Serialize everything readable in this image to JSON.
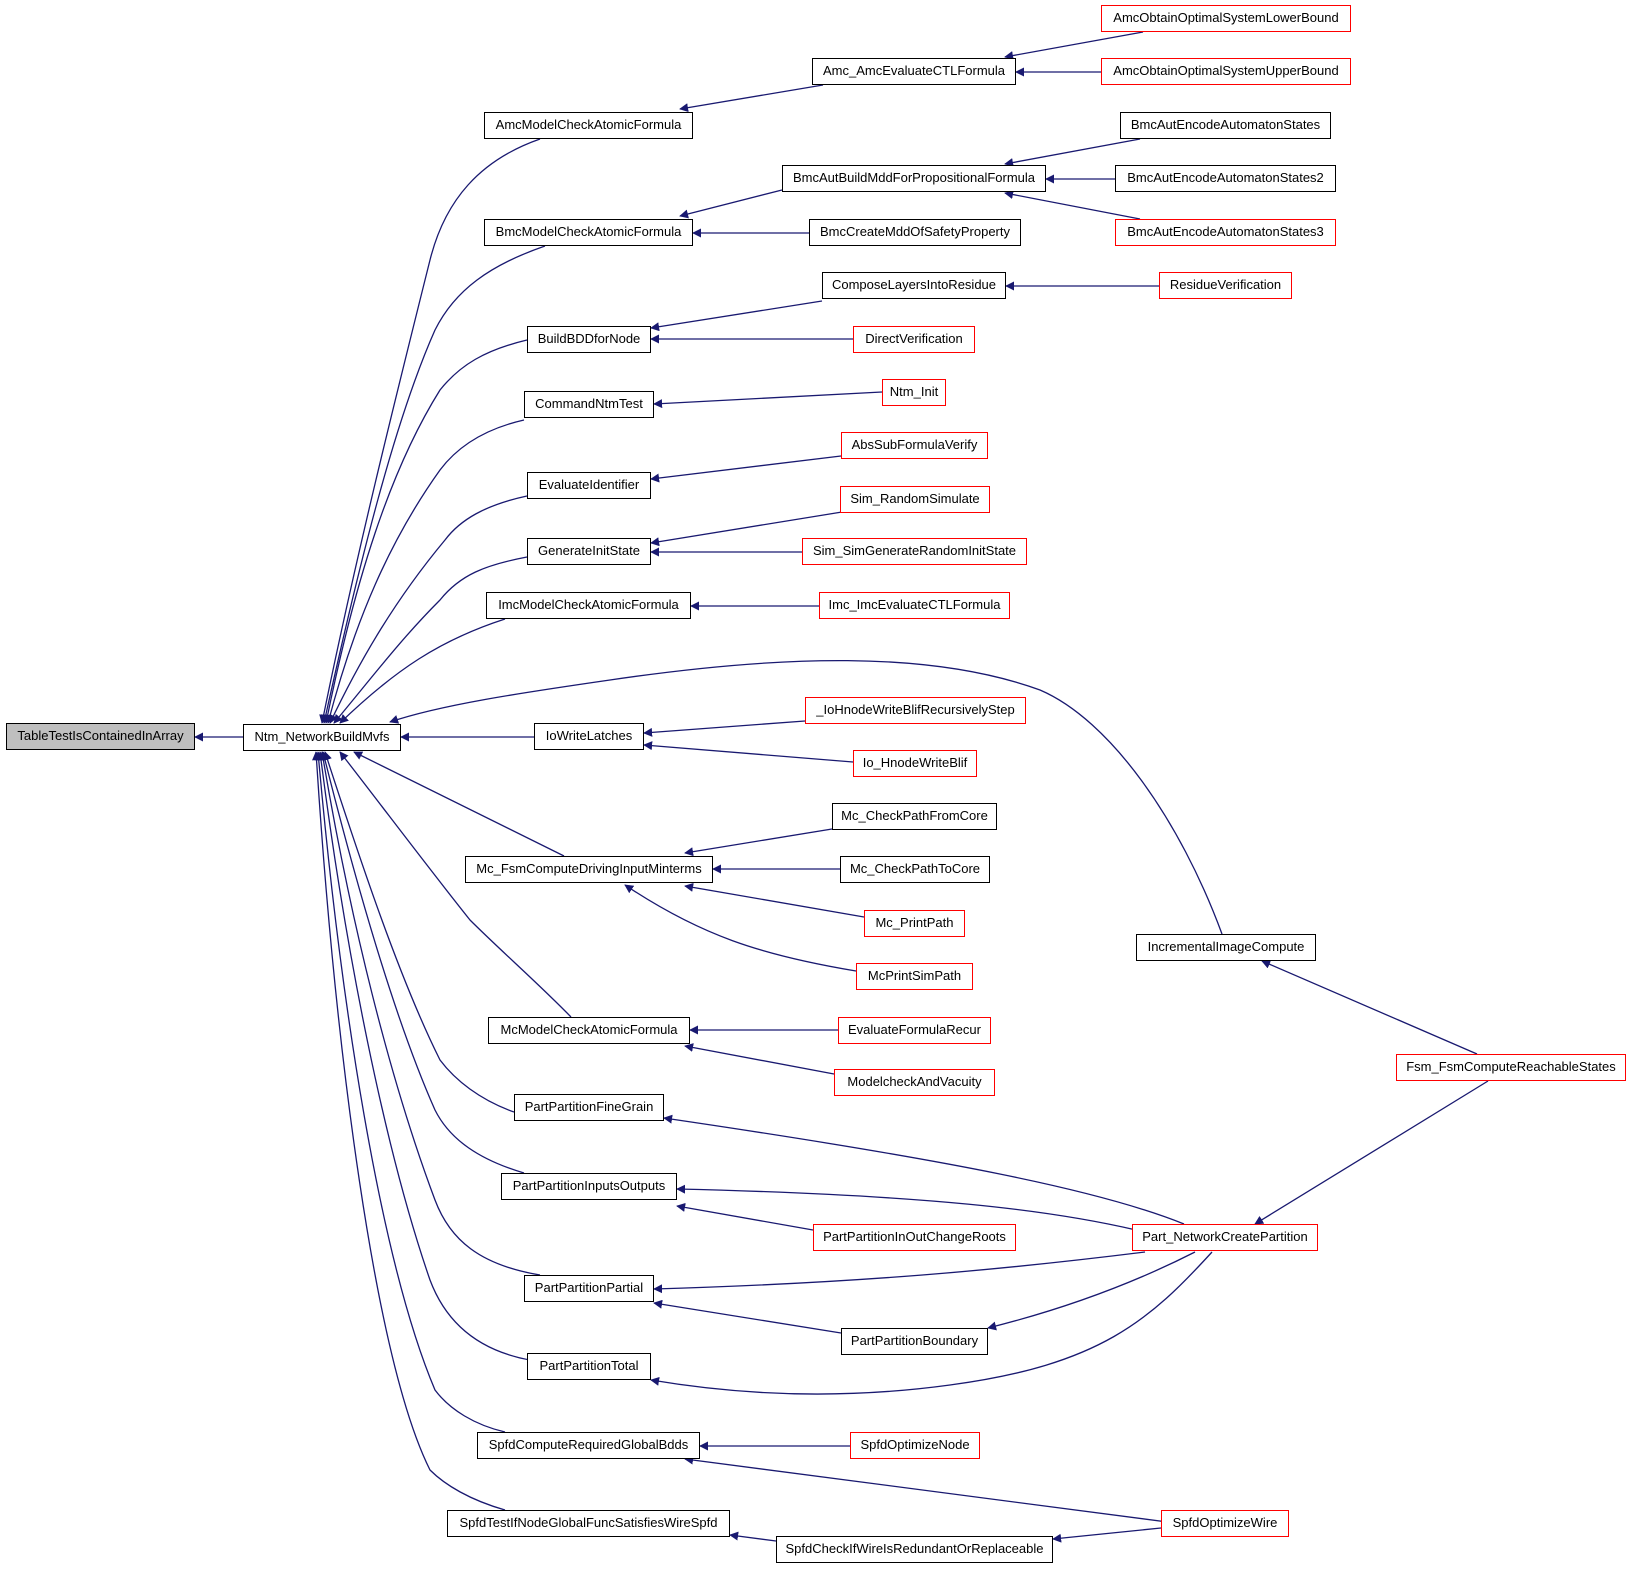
{
  "colors": {
    "edge": "#191970",
    "root_fill": "#bfbfbf",
    "node_border": "#000000",
    "truncated_border": "#ff0000"
  },
  "nodes": {
    "root": "TableTestIsContainedInArray",
    "ntm": "Ntm_NetworkBuildMvfs",
    "amcModel": "AmcModelCheckAtomicFormula",
    "bmcModel": "BmcModelCheckAtomicFormula",
    "buildBdd": "BuildBDDforNode",
    "cmdNtm": "CommandNtmTest",
    "evalId": "EvaluateIdentifier",
    "genInit": "GenerateInitState",
    "imcModel": "ImcModelCheckAtomicFormula",
    "ioWrite": "IoWriteLatches",
    "mcFsm": "Mc_FsmComputeDrivingInputMinterms",
    "mcModel": "McModelCheckAtomicFormula",
    "partFine": "PartPartitionFineGrain",
    "partIO": "PartPartitionInputsOutputs",
    "partPartial": "PartPartitionPartial",
    "partTotal": "PartPartitionTotal",
    "spfdReq": "SpfdComputeRequiredGlobalBdds",
    "spfdTest": "SpfdTestIfNodeGlobalFuncSatisfiesWireSpfd",
    "amcEval": "Amc_AmcEvaluateCTLFormula",
    "bmcAut": "BmcAutBuildMddForPropositionalFormula",
    "bmcCreate": "BmcCreateMddOfSafetyProperty",
    "compose": "ComposeLayersIntoResidue",
    "direct": "DirectVerification",
    "ntmInit": "Ntm_Init",
    "absSub": "AbsSubFormulaVerify",
    "simRandom": "Sim_RandomSimulate",
    "simGen": "Sim_SimGenerateRandomInitState",
    "imcEval": "Imc_ImcEvaluateCTLFormula",
    "ioHnodeStep": "_IoHnodeWriteBlifRecursivelyStep",
    "ioHnode": "Io_HnodeWriteBlif",
    "mcFromCore": "Mc_CheckPathFromCore",
    "mcToCore": "Mc_CheckPathToCore",
    "mcPrint": "Mc_PrintPath",
    "mcPrintSim": "McPrintSimPath",
    "evalRecur": "EvaluateFormulaRecur",
    "modelVac": "ModelcheckAndVacuity",
    "partInOut": "PartPartitionInOutChangeRoots",
    "partBoundary": "PartPartitionBoundary",
    "spfdOptNode": "SpfdOptimizeNode",
    "spfdCheck": "SpfdCheckIfWireIsRedundantOrReplaceable",
    "amcLower": "AmcObtainOptimalSystemLowerBound",
    "amcUpper": "AmcObtainOptimalSystemUpperBound",
    "bmcEnc": "BmcAutEncodeAutomatonStates",
    "bmcEnc2": "BmcAutEncodeAutomatonStates2",
    "bmcEnc3": "BmcAutEncodeAutomatonStates3",
    "residue": "ResidueVerification",
    "incImage": "IncrementalImageCompute",
    "fsmReach": "Fsm_FsmComputeReachableStates",
    "partNet": "Part_NetworkCreatePartition",
    "spfdOptWire": "SpfdOptimizeWire"
  }
}
